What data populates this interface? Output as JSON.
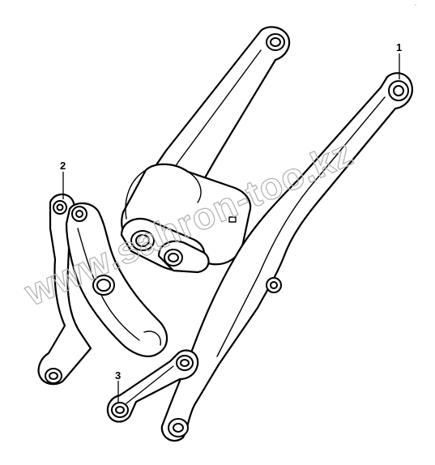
{
  "callouts": [
    {
      "label": "1"
    },
    {
      "label": "2"
    },
    {
      "label": "3"
    }
  ],
  "watermark": "www.sahron-too.kz",
  "corner_code": "°"
}
